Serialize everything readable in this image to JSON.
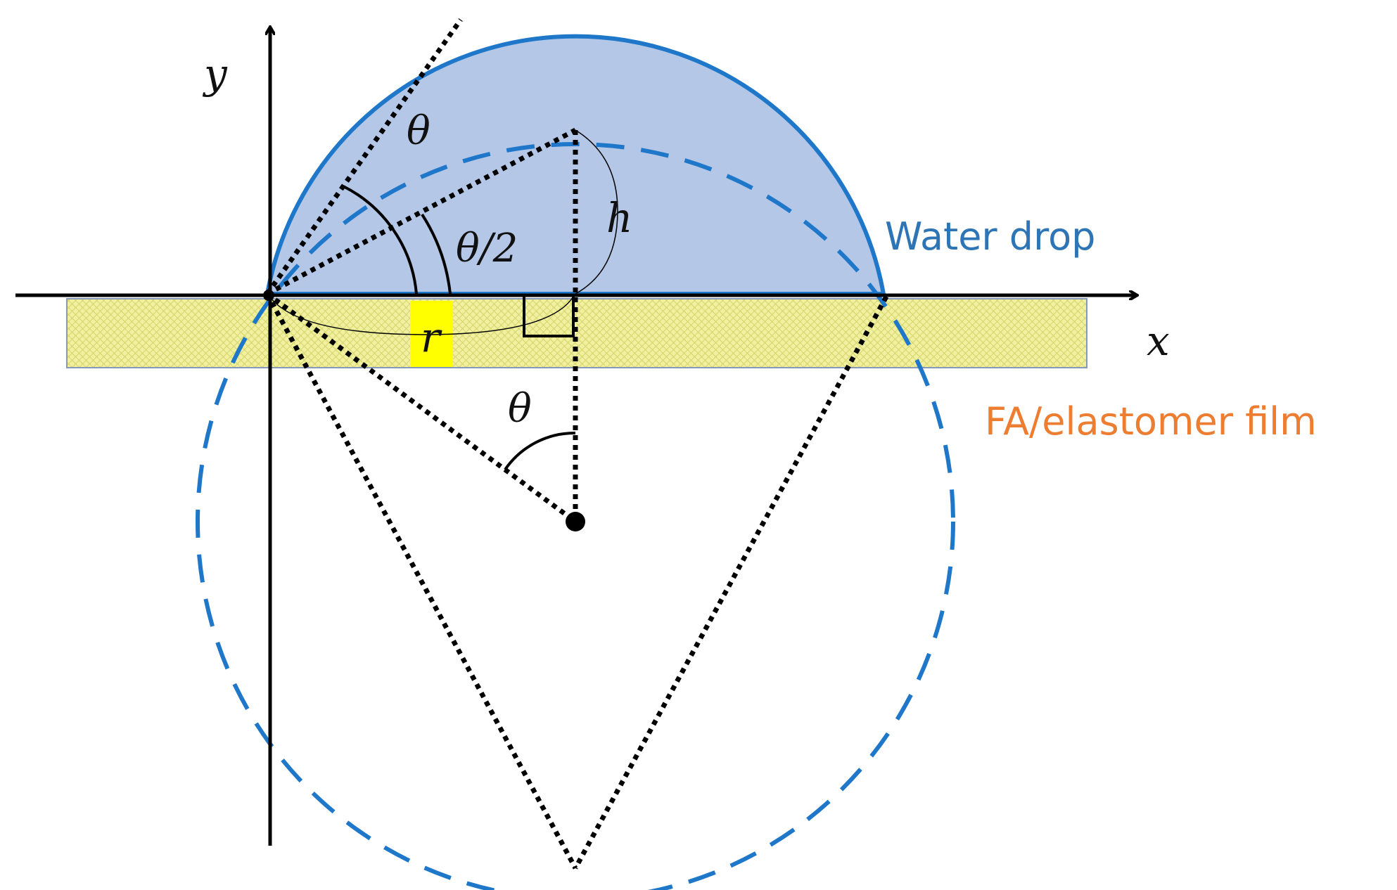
{
  "symbols": {
    "y_axis": "y",
    "x_axis": "x",
    "theta_top": "θ",
    "theta_half": "θ/2",
    "height": "h",
    "radius": "r",
    "theta_center": "θ"
  },
  "labels": {
    "water_drop": "Water drop",
    "film": "FA/elastomer film"
  },
  "colors": {
    "drop_fill": "#b4c7e7",
    "drop_outline": "#1f77c9",
    "film_fill": "#f0f0a0",
    "film_pattern": "#d8d870",
    "film_outline": "#8898b8",
    "r_highlight": "#ffff00",
    "water_label": "#2e75b6",
    "film_label": "#ed7d31",
    "lines": "#000000"
  }
}
